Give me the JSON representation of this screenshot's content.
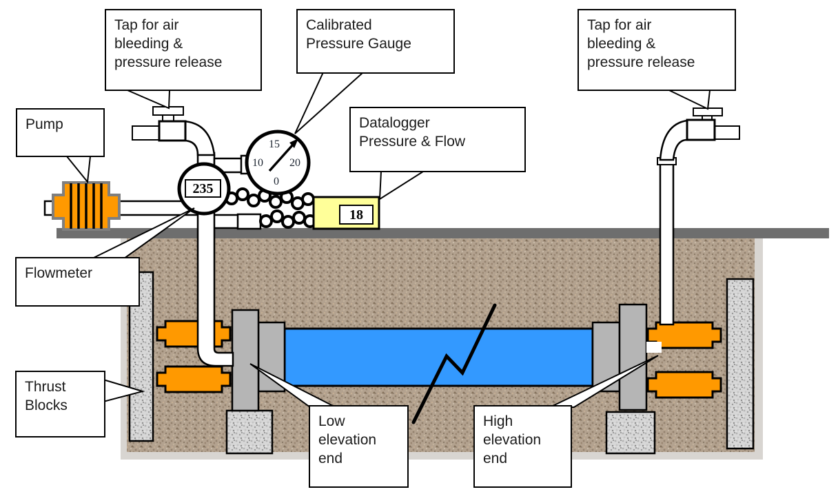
{
  "diagram": {
    "description": "Buried pipeline pressure test setup diagram",
    "labels": {
      "pump": "Pump",
      "tap_left": "Tap for air\nbleeding &\npressure release",
      "pressure_gauge": "Calibrated\nPressure Gauge",
      "datalogger": "Datalogger\nPressure & Flow",
      "tap_right": "Tap for air\nbleeding &\npressure release",
      "flowmeter": "Flowmeter",
      "thrust_blocks": "Thrust\nBlocks",
      "low_end": "Low\nelevation\nend",
      "high_end": "High\nelevation\nend"
    },
    "readings": {
      "flowmeter_value": "235",
      "datalogger_value": "18"
    },
    "gauge": {
      "tick_top": "15",
      "tick_left": "10",
      "tick_right": "20",
      "tick_bottom": "0"
    },
    "colors": {
      "pipe_blue": "#3399FF",
      "restraint_orange": "#FF9900",
      "datalogger_yellow": "#FFFF99",
      "ground_gray": "#6E6E6E",
      "block_gray": "#B5B5B5"
    }
  }
}
